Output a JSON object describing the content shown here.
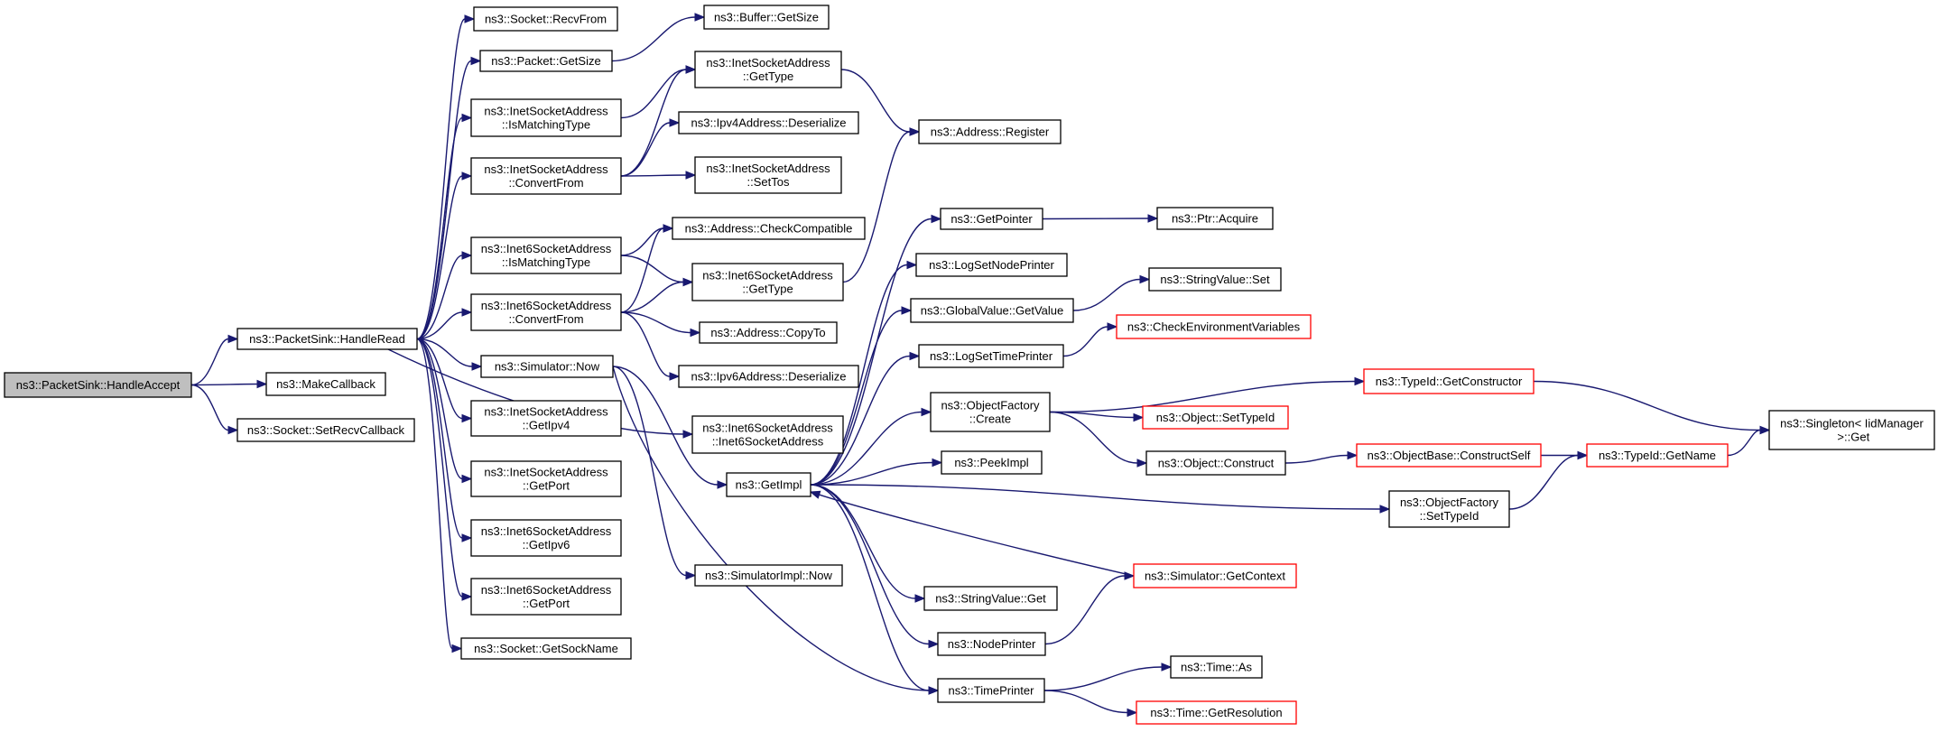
{
  "colors": {
    "edge": "#191970",
    "root_fill": "#bfbfbf",
    "node_border": "#000000",
    "truncated_border": "#ff0000"
  },
  "nodes": [
    {
      "id": "HandleAccept",
      "lines": [
        "ns3::PacketSink::HandleAccept"
      ],
      "root": true
    },
    {
      "id": "HandleRead",
      "lines": [
        "ns3::PacketSink::HandleRead"
      ]
    },
    {
      "id": "MakeCallback",
      "lines": [
        "ns3::MakeCallback"
      ]
    },
    {
      "id": "SetRecvCallback",
      "lines": [
        "ns3::Socket::SetRecvCallback"
      ]
    },
    {
      "id": "RecvFrom",
      "lines": [
        "ns3::Socket::RecvFrom"
      ]
    },
    {
      "id": "PacketGetSize",
      "lines": [
        "ns3::Packet::GetSize"
      ]
    },
    {
      "id": "InetIsMatching",
      "lines": [
        "ns3::InetSocketAddress",
        "::IsMatchingType"
      ]
    },
    {
      "id": "InetConvertFrom",
      "lines": [
        "ns3::InetSocketAddress",
        "::ConvertFrom"
      ]
    },
    {
      "id": "Inet6IsMatching",
      "lines": [
        "ns3::Inet6SocketAddress",
        "::IsMatchingType"
      ]
    },
    {
      "id": "Inet6ConvertFrom",
      "lines": [
        "ns3::Inet6SocketAddress",
        "::ConvertFrom"
      ]
    },
    {
      "id": "SimNow",
      "lines": [
        "ns3::Simulator::Now"
      ]
    },
    {
      "id": "InetGetIpv4",
      "lines": [
        "ns3::InetSocketAddress",
        "::GetIpv4"
      ]
    },
    {
      "id": "InetGetPort",
      "lines": [
        "ns3::InetSocketAddress",
        "::GetPort"
      ]
    },
    {
      "id": "Inet6GetIpv6",
      "lines": [
        "ns3::Inet6SocketAddress",
        "::GetIpv6"
      ]
    },
    {
      "id": "Inet6GetPort",
      "lines": [
        "ns3::Inet6SocketAddress",
        "::GetPort"
      ]
    },
    {
      "id": "GetSockName",
      "lines": [
        "ns3::Socket::GetSockName"
      ]
    },
    {
      "id": "BufferGetSize",
      "lines": [
        "ns3::Buffer::GetSize"
      ]
    },
    {
      "id": "InetGetType",
      "lines": [
        "ns3::InetSocketAddress",
        "::GetType"
      ]
    },
    {
      "id": "Ipv4Deser",
      "lines": [
        "ns3::Ipv4Address::Deserialize"
      ]
    },
    {
      "id": "InetSetTos",
      "lines": [
        "ns3::InetSocketAddress",
        "::SetTos"
      ]
    },
    {
      "id": "CheckCompat",
      "lines": [
        "ns3::Address::CheckCompatible"
      ]
    },
    {
      "id": "Inet6GetType",
      "lines": [
        "ns3::Inet6SocketAddress",
        "::GetType"
      ]
    },
    {
      "id": "CopyTo",
      "lines": [
        "ns3::Address::CopyTo"
      ]
    },
    {
      "id": "Ipv6Deser",
      "lines": [
        "ns3::Ipv6Address::Deserialize"
      ]
    },
    {
      "id": "Inet6Ctor",
      "lines": [
        "ns3::Inet6SocketAddress",
        "::Inet6SocketAddress"
      ]
    },
    {
      "id": "GetImpl",
      "lines": [
        "ns3::GetImpl"
      ]
    },
    {
      "id": "SimImplNow",
      "lines": [
        "ns3::SimulatorImpl::Now"
      ]
    },
    {
      "id": "AddrRegister",
      "lines": [
        "ns3::Address::Register"
      ]
    },
    {
      "id": "GetPointer",
      "lines": [
        "ns3::GetPointer"
      ]
    },
    {
      "id": "LogSetNode",
      "lines": [
        "ns3::LogSetNodePrinter"
      ]
    },
    {
      "id": "GVGetValue",
      "lines": [
        "ns3::GlobalValue::GetValue"
      ]
    },
    {
      "id": "LogSetTime",
      "lines": [
        "ns3::LogSetTimePrinter"
      ]
    },
    {
      "id": "OFCreate",
      "lines": [
        "ns3::ObjectFactory",
        "::Create"
      ]
    },
    {
      "id": "PeekImpl",
      "lines": [
        "ns3::PeekImpl"
      ]
    },
    {
      "id": "SVGet",
      "lines": [
        "ns3::StringValue::Get"
      ]
    },
    {
      "id": "NodePrinter",
      "lines": [
        "ns3::NodePrinter"
      ]
    },
    {
      "id": "TimePrinter",
      "lines": [
        "ns3::TimePrinter"
      ]
    },
    {
      "id": "PtrAcquire",
      "lines": [
        "ns3::Ptr::Acquire"
      ]
    },
    {
      "id": "SVSet",
      "lines": [
        "ns3::StringValue::Set"
      ]
    },
    {
      "id": "CheckEnv",
      "lines": [
        "ns3::CheckEnvironmentVariables"
      ],
      "red": true
    },
    {
      "id": "ObjSetTypeId",
      "lines": [
        "ns3::Object::SetTypeId"
      ],
      "red": true
    },
    {
      "id": "ObjConstruct",
      "lines": [
        "ns3::Object::Construct"
      ]
    },
    {
      "id": "OFSetTypeId",
      "lines": [
        "ns3::ObjectFactory",
        "::SetTypeId"
      ]
    },
    {
      "id": "SimGetContext",
      "lines": [
        "ns3::Simulator::GetContext"
      ],
      "red": true
    },
    {
      "id": "TimeAs",
      "lines": [
        "ns3::Time::As"
      ]
    },
    {
      "id": "TimeGetRes",
      "lines": [
        "ns3::Time::GetResolution"
      ],
      "red": true
    },
    {
      "id": "TypeIdGetCtor",
      "lines": [
        "ns3::TypeId::GetConstructor"
      ],
      "red": true
    },
    {
      "id": "OBConstructSelf",
      "lines": [
        "ns3::ObjectBase::ConstructSelf"
      ],
      "red": true
    },
    {
      "id": "TypeIdGetName",
      "lines": [
        "ns3::TypeId::GetName"
      ],
      "red": true
    },
    {
      "id": "SingletonGet",
      "lines": [
        "ns3::Singleton< IidManager",
        " >::Get"
      ]
    }
  ],
  "edges": [
    [
      "HandleAccept",
      "HandleRead"
    ],
    [
      "HandleAccept",
      "MakeCallback"
    ],
    [
      "HandleAccept",
      "SetRecvCallback"
    ],
    [
      "HandleRead",
      "RecvFrom"
    ],
    [
      "HandleRead",
      "PacketGetSize"
    ],
    [
      "HandleRead",
      "InetIsMatching"
    ],
    [
      "HandleRead",
      "InetConvertFrom"
    ],
    [
      "HandleRead",
      "Inet6IsMatching"
    ],
    [
      "HandleRead",
      "Inet6ConvertFrom"
    ],
    [
      "HandleRead",
      "SimNow"
    ],
    [
      "HandleRead",
      "InetGetIpv4"
    ],
    [
      "HandleRead",
      "InetGetPort"
    ],
    [
      "HandleRead",
      "Inet6GetIpv6"
    ],
    [
      "HandleRead",
      "Inet6GetPort"
    ],
    [
      "HandleRead",
      "GetSockName"
    ],
    [
      "HandleRead",
      "Inet6Ctor"
    ],
    [
      "PacketGetSize",
      "BufferGetSize"
    ],
    [
      "InetIsMatching",
      "InetGetType"
    ],
    [
      "InetConvertFrom",
      "InetGetType"
    ],
    [
      "InetConvertFrom",
      "Ipv4Deser"
    ],
    [
      "InetConvertFrom",
      "InetSetTos"
    ],
    [
      "Inet6IsMatching",
      "CheckCompat"
    ],
    [
      "Inet6IsMatching",
      "Inet6GetType"
    ],
    [
      "Inet6ConvertFrom",
      "CheckCompat"
    ],
    [
      "Inet6ConvertFrom",
      "Inet6GetType"
    ],
    [
      "Inet6ConvertFrom",
      "CopyTo"
    ],
    [
      "Inet6ConvertFrom",
      "Ipv6Deser"
    ],
    [
      "SimNow",
      "GetImpl"
    ],
    [
      "SimNow",
      "SimImplNow"
    ],
    [
      "SimNow",
      "TimePrinter"
    ],
    [
      "InetGetType",
      "AddrRegister"
    ],
    [
      "Inet6GetType",
      "AddrRegister"
    ],
    [
      "GetImpl",
      "GetPointer"
    ],
    [
      "GetImpl",
      "LogSetNode"
    ],
    [
      "GetImpl",
      "GVGetValue"
    ],
    [
      "GetImpl",
      "LogSetTime"
    ],
    [
      "GetImpl",
      "OFCreate"
    ],
    [
      "GetImpl",
      "PeekImpl"
    ],
    [
      "GetImpl",
      "SVGet"
    ],
    [
      "GetImpl",
      "NodePrinter"
    ],
    [
      "GetImpl",
      "TimePrinter"
    ],
    [
      "GetImpl",
      "OFSetTypeId"
    ],
    [
      "SimGetContext",
      "GetImpl"
    ],
    [
      "GetPointer",
      "PtrAcquire"
    ],
    [
      "GVGetValue",
      "SVSet"
    ],
    [
      "LogSetTime",
      "CheckEnv"
    ],
    [
      "OFCreate",
      "TypeIdGetCtor"
    ],
    [
      "OFCreate",
      "ObjSetTypeId"
    ],
    [
      "OFCreate",
      "ObjConstruct"
    ],
    [
      "ObjConstruct",
      "OBConstructSelf"
    ],
    [
      "OBConstructSelf",
      "TypeIdGetName"
    ],
    [
      "TypeIdGetName",
      "SingletonGet"
    ],
    [
      "TypeIdGetCtor",
      "SingletonGet"
    ],
    [
      "OFSetTypeId",
      "TypeIdGetName"
    ],
    [
      "NodePrinter",
      "SimGetContext"
    ],
    [
      "TimePrinter",
      "TimeAs"
    ],
    [
      "TimePrinter",
      "TimeGetRes"
    ]
  ]
}
